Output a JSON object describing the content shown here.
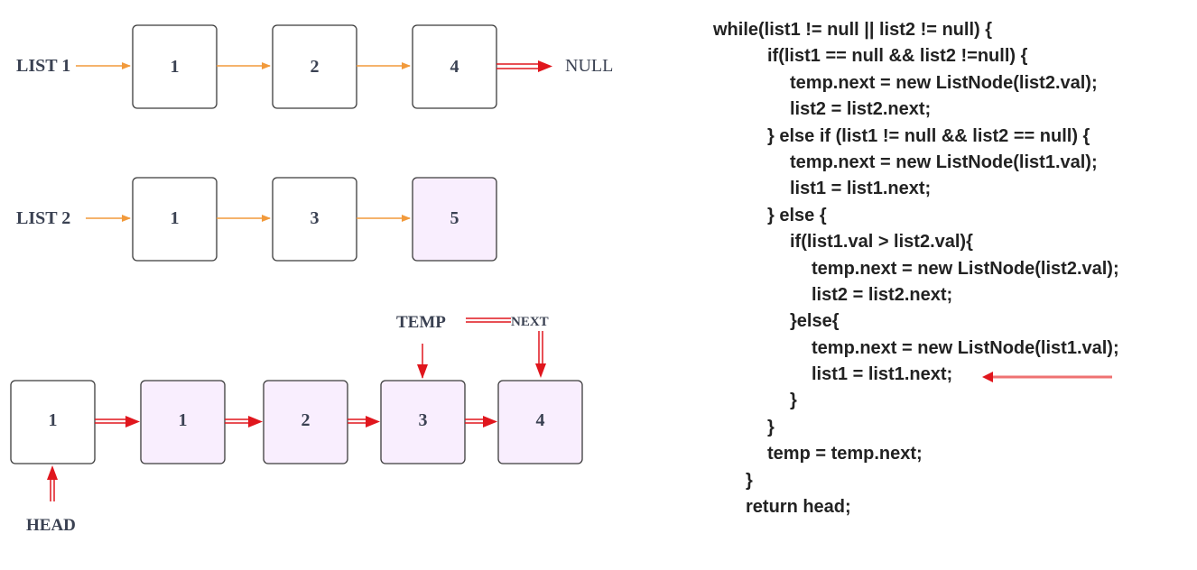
{
  "colors": {
    "node_border": "#3b3b3b",
    "node_fill": "#ffffff",
    "node_highlight_fill": "#f9eefe",
    "orange_arrow": "#f29a3b",
    "red_arrow": "#e0161d",
    "pink_arrow": "#ef7272",
    "label_text": "#3a4152",
    "code_text": "#222222"
  },
  "list1": {
    "label": "LIST 1",
    "nodes": [
      "1",
      "2",
      "4"
    ],
    "terminator": "NULL"
  },
  "list2": {
    "label": "LIST 2",
    "nodes": [
      "1",
      "3",
      "5"
    ],
    "highlighted_index": 2
  },
  "merged": {
    "nodes": [
      "1",
      "1",
      "2",
      "3",
      "4"
    ],
    "highlighted_from_index": 1,
    "head_label": "HEAD",
    "temp_label": "TEMP",
    "next_label": "NEXT"
  },
  "code": {
    "lines": [
      {
        "indent": 0,
        "text": "while(list1 != null || list2 != null) {"
      },
      {
        "indent": 2,
        "text": "if(list1 == null && list2 !=null) {"
      },
      {
        "indent": 3,
        "text": "temp.next = new ListNode(list2.val);"
      },
      {
        "indent": 3,
        "text": "list2 = list2.next;"
      },
      {
        "indent": 2,
        "text": "} else if (list1 != null && list2 == null) {"
      },
      {
        "indent": 3,
        "text": "temp.next = new ListNode(list1.val);"
      },
      {
        "indent": 3,
        "text": "list1 = list1.next;"
      },
      {
        "indent": 2,
        "text": "} else {"
      },
      {
        "indent": 3,
        "text": "if(list1.val > list2.val){"
      },
      {
        "indent": 4,
        "text": "temp.next = new ListNode(list2.val);"
      },
      {
        "indent": 4,
        "text": "list2 = list2.next;"
      },
      {
        "indent": 3,
        "text": "}else{"
      },
      {
        "indent": 4,
        "text": "temp.next = new ListNode(list1.val);"
      },
      {
        "indent": 4,
        "text": "list1 = list1.next;"
      },
      {
        "indent": 3,
        "text": "}"
      },
      {
        "indent": 2,
        "text": "}"
      },
      {
        "indent": 2,
        "text": "temp = temp.next;"
      },
      {
        "indent": 1,
        "text": "}"
      },
      {
        "indent": 1,
        "text": "return head;"
      }
    ],
    "pointer_line_index": 13
  }
}
